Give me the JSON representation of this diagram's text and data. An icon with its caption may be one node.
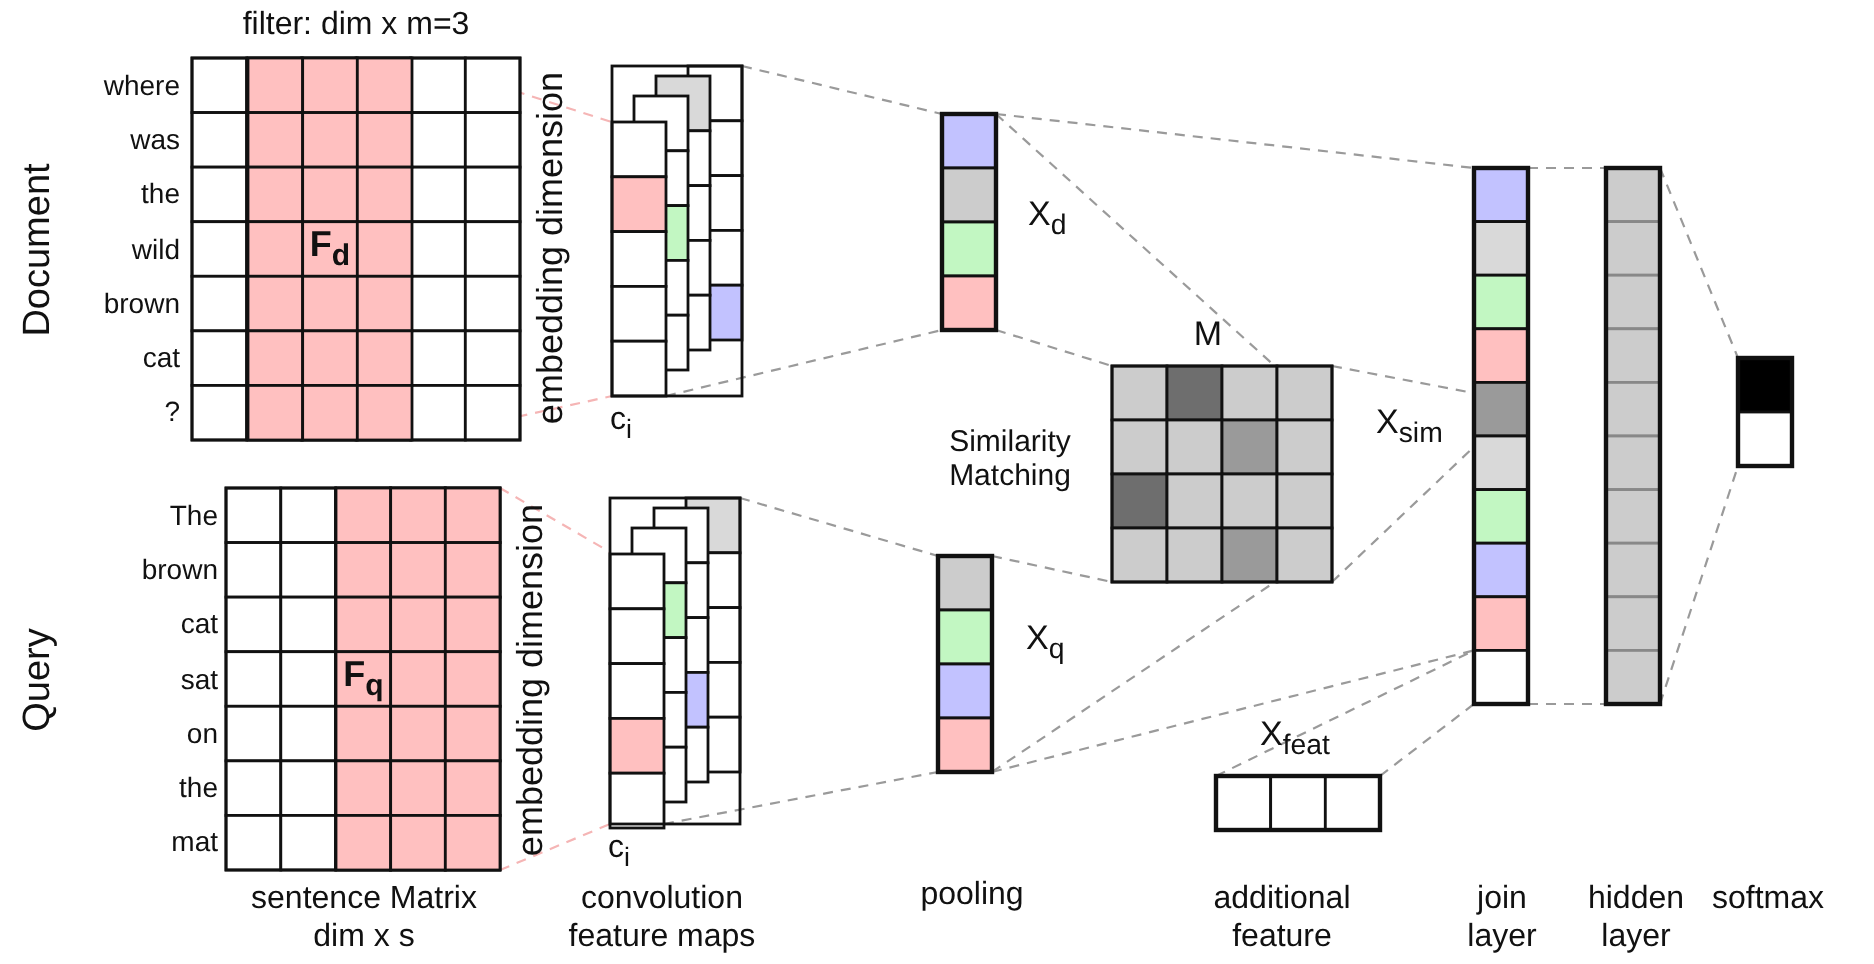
{
  "diagram": {
    "nodes": [
      {
        "text": [],
        "shape": "box",
        "beside": [
          "filter: dim x m=3",
          "where",
          "was",
          "the",
          "wild",
          "brown",
          "cat",
          "?",
          "embedding dimension"
        ]
      },
      {
        "text": [
          "F$_{d}$"
        ],
        "in": 0
      },
      {
        "text": [],
        "shape": "box",
        "beside": [
          "c$_{i}$"
        ]
      },
      {
        "text": [],
        "shape": "box",
        "beside": [
          "The",
          "brown",
          "cat",
          "sat",
          "on",
          "the",
          "mat",
          "embedding dimension"
        ]
      },
      {
        "text": [
          "F$_{q}$"
        ],
        "in": 3
      },
      {
        "text": [],
        "shape": "box",
        "beside": [
          "c$_{i}$"
        ]
      },
      {
        "text": [],
        "shape": "bar",
        "beside": [
          "X$_{d}$"
        ]
      },
      {
        "text": [],
        "shape": "bar",
        "beside": [
          "X$_{q}$"
        ]
      },
      {
        "text": [],
        "shape": "box",
        "beside": [
          "M",
          "Similarity Matching"
        ]
      },
      {
        "text": [],
        "shape": "bar",
        "beside": [
          "X$_{feat}$"
        ]
      },
      {
        "text": [],
        "shape": "bar",
        "beside": [
          "X$_{sim}$"
        ]
      },
      {
        "text": [],
        "shape": "bar"
      },
      {
        "text": [],
        "shape": "bar"
      }
    ],
    "edges": [
      {
        "from": 1,
        "to": 2,
        "arrow": "none",
        "style": "dashed",
        "color": "#f5b5b5"
      },
      {
        "from": 1,
        "to": 2,
        "arrow": "none",
        "style": "dashed",
        "color": "#f5b5b5"
      },
      {
        "from": 4,
        "to": 5,
        "arrow": "none",
        "style": "dashed",
        "color": "#f5b5b5"
      },
      {
        "from": 4,
        "to": 5,
        "arrow": "none",
        "style": "dashed",
        "color": "#f5b5b5"
      },
      {
        "from": 2,
        "to": 6,
        "arrow": "none",
        "style": "dashed"
      },
      {
        "from": 2,
        "to": 6,
        "arrow": "none",
        "style": "dashed"
      },
      {
        "from": 5,
        "to": 7,
        "arrow": "none",
        "style": "dashed"
      },
      {
        "from": 5,
        "to": 7,
        "arrow": "none",
        "style": "dashed"
      },
      {
        "from": 6,
        "to": 8,
        "arrow": "none",
        "style": "dashed"
      },
      {
        "from": 6,
        "to": 8,
        "arrow": "none",
        "style": "dashed"
      },
      {
        "from": 7,
        "to": 8,
        "arrow": "none",
        "style": "dashed"
      },
      {
        "from": 7,
        "to": 8,
        "arrow": "none",
        "style": "dashed"
      },
      {
        "from": 6,
        "to": 10,
        "arrow": "none",
        "style": "dashed"
      },
      {
        "from": 8,
        "to": 10,
        "arrow": "none",
        "style": "dashed"
      },
      {
        "from": 8,
        "to": 10,
        "arrow": "none",
        "style": "dashed"
      },
      {
        "from": 7,
        "to": 10,
        "arrow": "none",
        "style": "dashed"
      },
      {
        "from": 9,
        "to": 10,
        "arrow": "none",
        "style": "dashed"
      },
      {
        "from": 9,
        "to": 10,
        "arrow": "none",
        "style": "dashed"
      },
      {
        "from": 10,
        "to": 11,
        "arrow": "none",
        "style": "dashed"
      },
      {
        "from": 10,
        "to": 11,
        "arrow": "none",
        "style": "dashed"
      },
      {
        "from": 11,
        "to": 12,
        "arrow": "none",
        "style": "dashed"
      },
      {
        "from": 11,
        "to": 12,
        "arrow": "none",
        "style": "dashed"
      }
    ],
    "labels": [
      "Document",
      "Query",
      "sentence Matrix dim x s",
      "convolution feature maps",
      "pooling",
      "additional feature",
      "join layer",
      "hidden layer",
      "softmax"
    ]
  }
}
